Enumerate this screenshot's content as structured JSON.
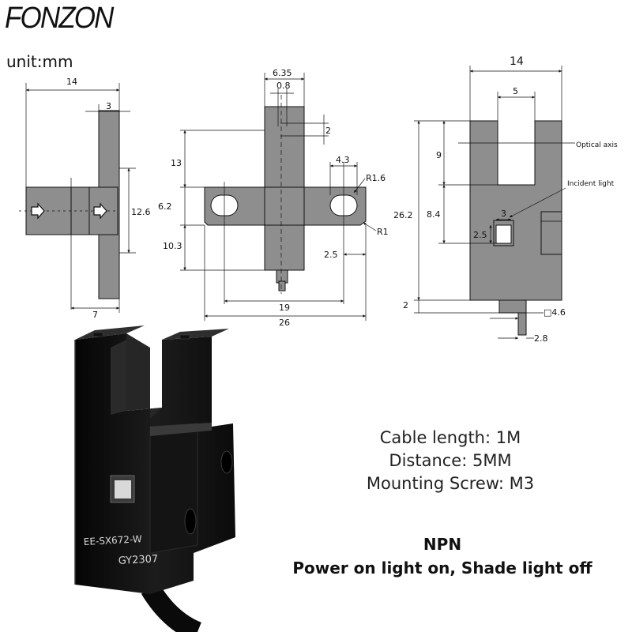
{
  "brand": "FONZON",
  "unit_label": "unit:mm",
  "side_view": {
    "width": "14",
    "slot": "3",
    "height": "12.6",
    "offset": "7"
  },
  "front_view": {
    "top_width": "6.35",
    "inner_width": "0.8",
    "step": "2",
    "upper": "13",
    "mid": "6.2",
    "lower": "10.3",
    "hole_width": "4.3",
    "radius_small": "R1.6",
    "radius_large": "R1",
    "edge": "2.5",
    "hole_pitch": "19",
    "total_width": "26"
  },
  "right_view": {
    "width": "14",
    "slot_width": "5",
    "optical_axis_label": "Optical axis",
    "incident_light_label": "Incident light",
    "slot_depth": "9",
    "total_height": "26.2",
    "axis_height": "8.4",
    "window_w": "3",
    "window_h": "2.5",
    "pin_gap": "2",
    "pin_size": "□4.6",
    "pin_width": "2.8"
  },
  "product": {
    "model_text": "EE-SX672-W",
    "batch_text": "GY2307"
  },
  "specs": [
    "Cable length: 1M",
    "Distance: 5MM",
    "Mounting Screw: M3"
  ],
  "output": {
    "type": "NPN",
    "description": "Power on light on, Shade light off"
  }
}
